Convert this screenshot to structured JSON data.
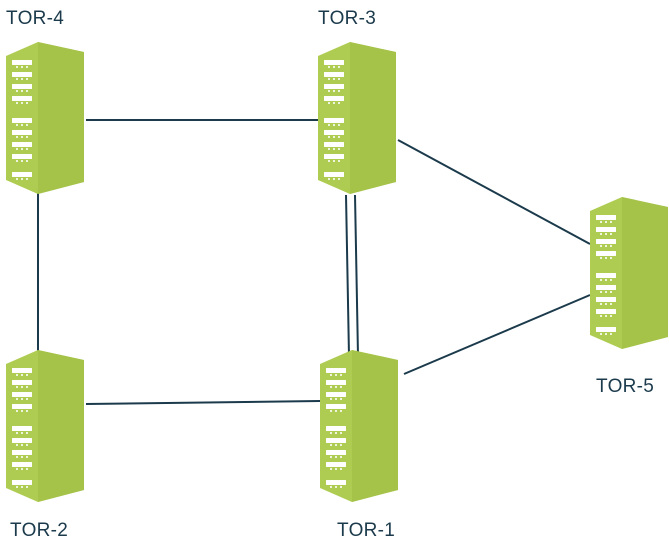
{
  "colors": {
    "server_body": "#afcc52",
    "server_side": "#9ab83d",
    "server_slot": "#ffffff",
    "link": "#1b3a4b",
    "label_text": "#1b3a4b"
  },
  "icons": {
    "server": "server-rack-icon"
  },
  "nodes": [
    {
      "id": "tor-4",
      "label": "TOR-4"
    },
    {
      "id": "tor-3",
      "label": "TOR-3"
    },
    {
      "id": "tor-5",
      "label": "TOR-5"
    },
    {
      "id": "tor-2",
      "label": "TOR-2"
    },
    {
      "id": "tor-1",
      "label": "TOR-1"
    }
  ],
  "links": [
    {
      "from": "TOR-4",
      "to": "TOR-3"
    },
    {
      "from": "TOR-4",
      "to": "TOR-2"
    },
    {
      "from": "TOR-3",
      "to": "TOR-1",
      "double": true
    },
    {
      "from": "TOR-3",
      "to": "TOR-5"
    },
    {
      "from": "TOR-2",
      "to": "TOR-1"
    },
    {
      "from": "TOR-1",
      "to": "TOR-5"
    }
  ]
}
